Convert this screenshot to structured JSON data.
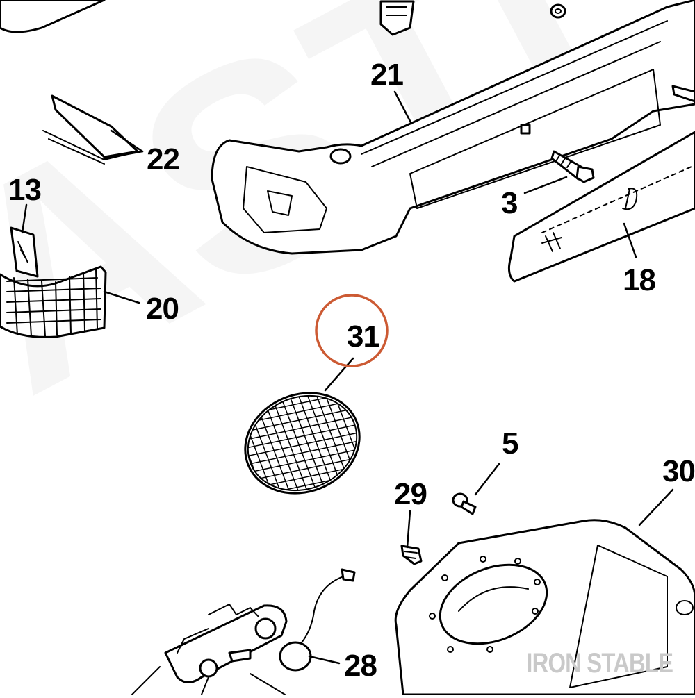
{
  "diagram": {
    "highlight_color": "#cc5a33",
    "highlighted_part": "31",
    "callouts": [
      "21",
      "22",
      "13",
      "3",
      "18",
      "20",
      "31",
      "5",
      "29",
      "30",
      "28"
    ]
  },
  "watermark": {
    "brand": "IRON STABLE",
    "background_letters": "ASTI"
  }
}
